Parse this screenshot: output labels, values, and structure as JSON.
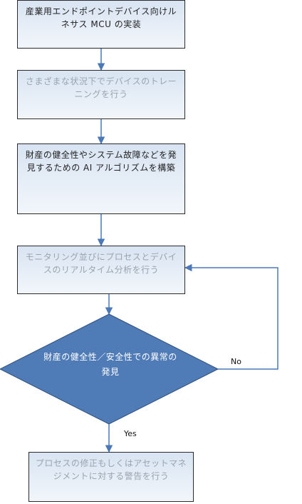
{
  "steps": [
    "産業用エンドポイントデバイス向けルネサス MCU の実装",
    "さまざまな状況下でデバイスのトレーニングを行う",
    "財産の健全性やシステム故障などを発見するための AI アルゴリズムを構築",
    "モニタリング並びにプロセスとデバイスのリアルタイム分析を行う",
    "プロセスの修正もしくはアセットマネジメントに対する警告を行う"
  ],
  "decision": "財産の健全性／安全性での異常の発見",
  "branch_no": "No",
  "branch_yes": "Yes",
  "colors": {
    "box_fill_top": "#d8e4f2",
    "box_fill_bottom": "#f2f6fb",
    "diamond_fill": "#4f7bb6",
    "arrow": "#4a78b8"
  }
}
